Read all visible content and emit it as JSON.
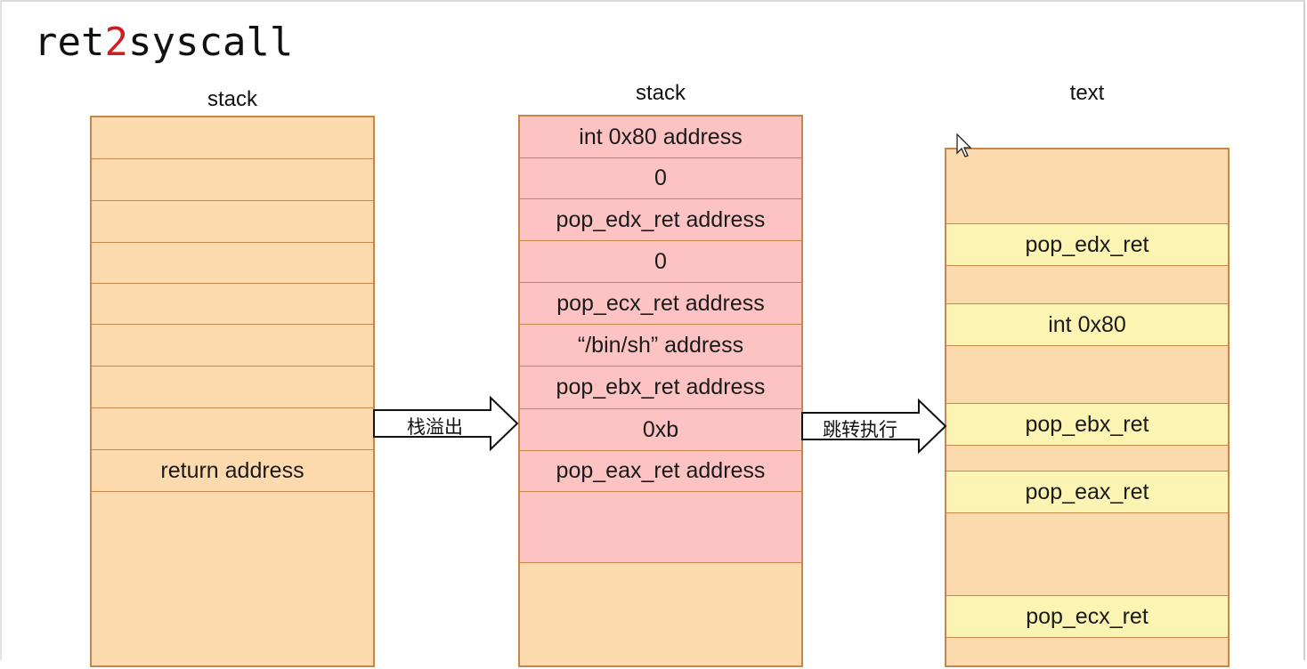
{
  "title": {
    "prefix": "ret",
    "accent": "2",
    "suffix": "syscall"
  },
  "columns": {
    "left": {
      "label": "stack",
      "cells": [
        "",
        "",
        "",
        "",
        "",
        "",
        "",
        "",
        "return address",
        ""
      ]
    },
    "middle": {
      "label": "stack",
      "cells": [
        "int 0x80 address",
        "0",
        "pop_edx_ret address",
        "0",
        "pop_ecx_ret address",
        "“/bin/sh” address",
        "pop_ebx_ret address",
        "0xb",
        "pop_eax_ret address",
        "",
        ""
      ]
    },
    "right": {
      "label": "text",
      "cells": [
        "",
        "pop_edx_ret",
        "",
        "int 0x80",
        "",
        "pop_ebx_ret",
        "",
        "pop_eax_ret",
        "",
        "pop_ecx_ret",
        ""
      ]
    }
  },
  "arrows": {
    "overflow": "栈溢出",
    "jump": "跳转执行"
  },
  "colors": {
    "orange_fill": "#fdd9ae",
    "red_fill": "#fdc3c3",
    "yellow_fill": "#fbf4b3",
    "border": "#c8874a",
    "accent": "#cc1f1f"
  }
}
